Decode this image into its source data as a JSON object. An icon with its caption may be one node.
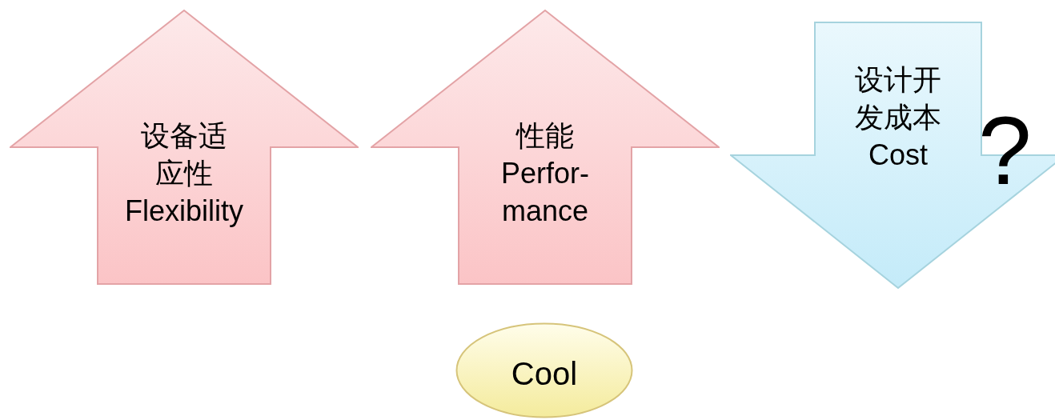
{
  "diagram": {
    "nodes": [
      {
        "text": [
          "设备适应性",
          "Flexibility"
        ]
      },
      {
        "text": [
          "性能",
          "Perfor- mance"
        ]
      },
      {
        "text": [
          "设计开发成本",
          "Cost"
        ]
      },
      {
        "text": [
          "Cool"
        ]
      }
    ],
    "edges": [],
    "labels": [
      "?"
    ]
  }
}
